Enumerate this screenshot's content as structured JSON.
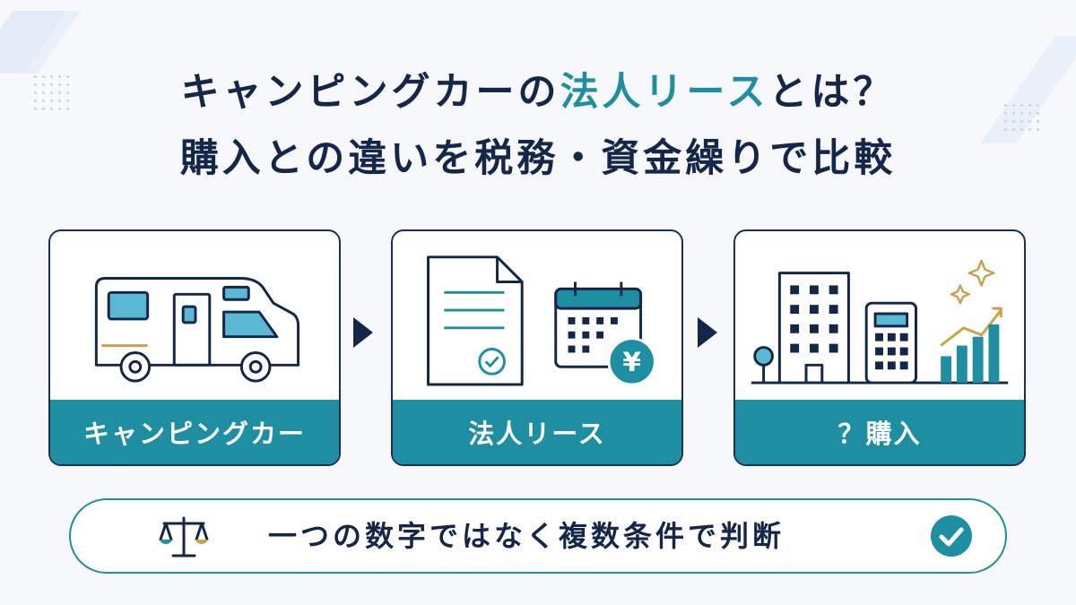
{
  "title": {
    "line1_pre": "キャンピングカーの",
    "line1_accent": "法人リース",
    "line1_post": "とは？",
    "line2": "購入との違いを税務・資金繰りで比較"
  },
  "cards": [
    {
      "label": "キャンピングカー",
      "icon": "camper-van-icon"
    },
    {
      "label": "法人リース",
      "icon": "document-calendar-yen-icon"
    },
    {
      "label": "？購入",
      "icon": "building-calculator-chart-icon"
    }
  ],
  "calendar_symbol": "¥",
  "summary": "一つの数字ではなく複数条件で判断",
  "colors": {
    "navy": "#14264a",
    "teal": "#1e8ea2",
    "gold": "#c9a24a",
    "background": "#f6f8fc"
  }
}
